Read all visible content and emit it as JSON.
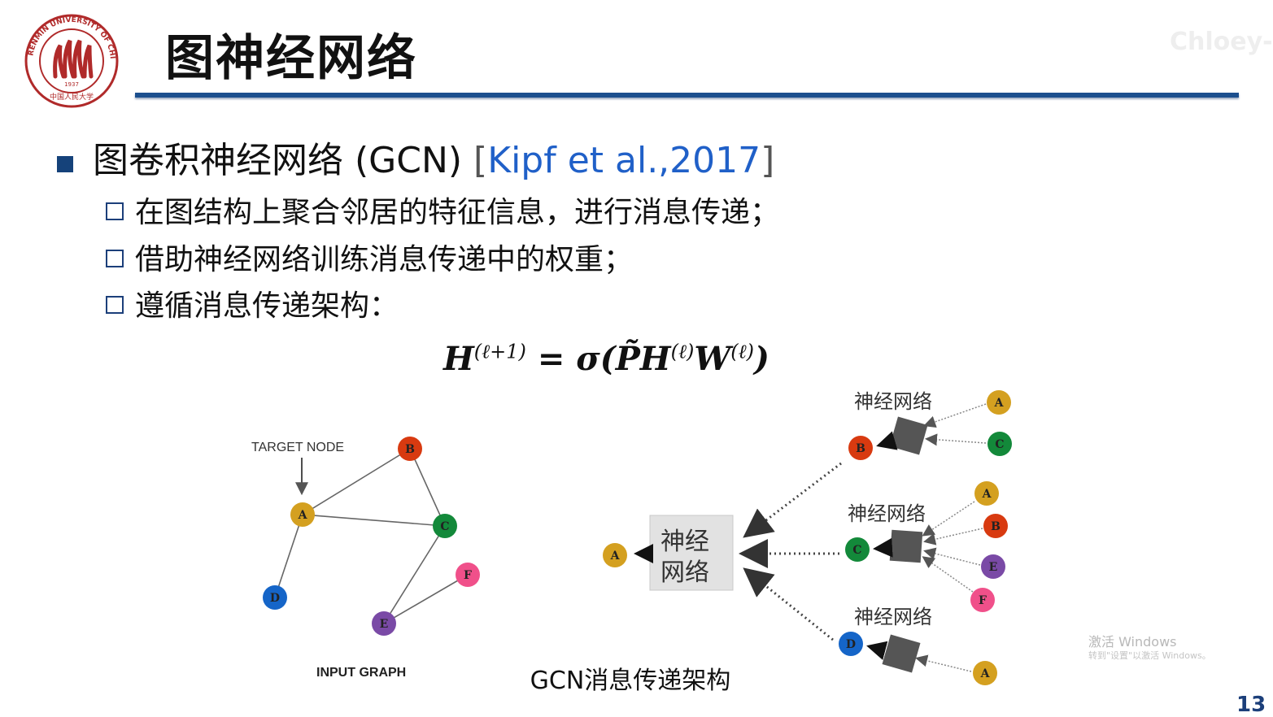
{
  "slide": {
    "title": "图神经网络",
    "watermark": "Chloey-S",
    "page_number": "13"
  },
  "logo": {
    "ring_text": "RENMIN UNIVERSITY OF CHINA",
    "year": "1937",
    "bottom_text": "中国人民大学"
  },
  "main_bullet": {
    "text": "图卷积神经网络 (GCN) ",
    "bracket_open": "[",
    "citation": "Kipf et al.,2017",
    "bracket_close": "]"
  },
  "sub_bullets": [
    "在图结构上聚合邻居的特征信息，进行消息传递；",
    "借助神经网络训练消息传递中的权重；",
    "遵循消息传递架构："
  ],
  "formula": {
    "lhs": "H",
    "lhs_sup": "(ℓ+1)",
    "eq": " = σ(",
    "p": "P̃",
    "h": "H",
    "h_sup": "(ℓ)",
    "w": "W",
    "w_sup": "(ℓ)",
    "close": ")"
  },
  "input_graph": {
    "target_label": "TARGET NODE",
    "caption": "INPUT GRAPH",
    "nodes": [
      {
        "id": "A",
        "color": "#d4a020"
      },
      {
        "id": "B",
        "color": "#d83a10"
      },
      {
        "id": "C",
        "color": "#13893a"
      },
      {
        "id": "D",
        "color": "#1565c8"
      },
      {
        "id": "E",
        "color": "#7a4aa6"
      },
      {
        "id": "F",
        "color": "#f0508a"
      }
    ],
    "edges": [
      [
        "A",
        "B"
      ],
      [
        "A",
        "C"
      ],
      [
        "A",
        "D"
      ],
      [
        "B",
        "C"
      ],
      [
        "C",
        "E"
      ],
      [
        "E",
        "F"
      ]
    ]
  },
  "gcn_diagram": {
    "caption": "GCN消息传递架构",
    "center_box_line1": "神经",
    "center_box_line2": "网络",
    "nn_label": "神经网络",
    "target": "A",
    "groups": [
      {
        "hub": "B",
        "inputs": [
          "A",
          "C"
        ]
      },
      {
        "hub": "C",
        "inputs": [
          "A",
          "B",
          "E",
          "F"
        ]
      },
      {
        "hub": "D",
        "inputs": [
          "A"
        ]
      }
    ]
  },
  "os_overlay": {
    "line1": "激活 Windows",
    "line2": "转到\"设置\"以激活 Windows。"
  },
  "colors": {
    "accent": "#1c4f8e",
    "citation": "#2060c8",
    "node_A": "#d4a020",
    "node_B": "#d83a10",
    "node_C": "#13893a",
    "node_D": "#1565c8",
    "node_E": "#7a4aa6",
    "node_F": "#f0508a"
  }
}
